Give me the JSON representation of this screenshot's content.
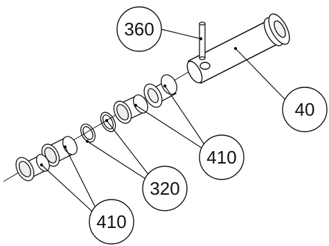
{
  "diagram": {
    "type": "exploded-assembly",
    "callouts": [
      {
        "id": "c360",
        "label": "360"
      },
      {
        "id": "c40",
        "label": "40"
      },
      {
        "id": "c410a",
        "label": "410"
      },
      {
        "id": "c320",
        "label": "320"
      },
      {
        "id": "c410b",
        "label": "410"
      }
    ],
    "colors": {
      "line": "#111111",
      "background": "#ffffff"
    }
  }
}
